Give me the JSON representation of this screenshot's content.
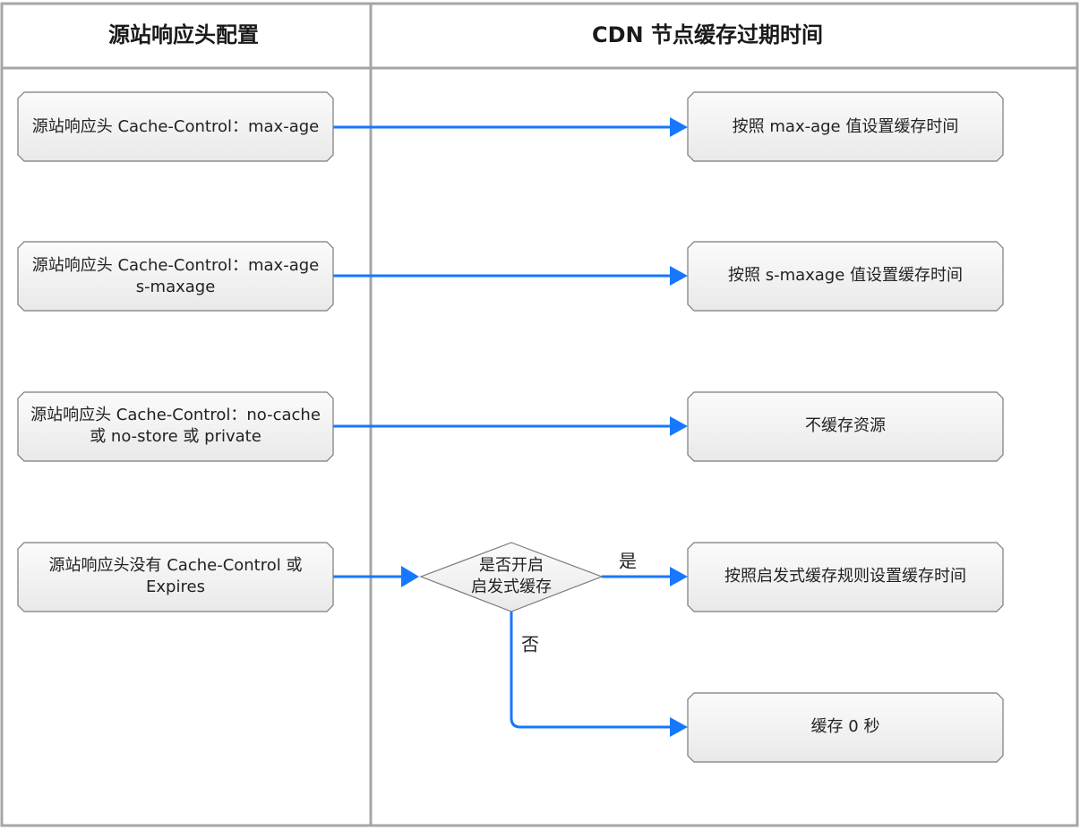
{
  "lanes": {
    "left_title": "源站响应头配置",
    "right_title": "CDN 节点缓存过期时间"
  },
  "sources": [
    {
      "lines": [
        "源站响应头 Cache-Control：max-age"
      ]
    },
    {
      "lines": [
        "源站响应头 Cache-Control：max-age",
        "s-maxage"
      ]
    },
    {
      "lines": [
        "源站响应头 Cache-Control：no-cache",
        "或 no-store 或 private"
      ]
    },
    {
      "lines": [
        "源站响应头没有 Cache-Control 或",
        "Expires"
      ]
    }
  ],
  "decision": {
    "lines": [
      "是否开启",
      "启发式缓存"
    ]
  },
  "results": [
    {
      "lines": [
        "按照 max-age 值设置缓存时间"
      ]
    },
    {
      "lines": [
        "按照 s-maxage 值设置缓存时间"
      ]
    },
    {
      "lines": [
        "不缓存资源"
      ]
    },
    {
      "lines": [
        "按照启发式缓存规则设置缓存时间"
      ]
    },
    {
      "lines": [
        "缓存 0 秒"
      ]
    }
  ],
  "edge_labels": {
    "yes": "是",
    "no": "否"
  },
  "colors": {
    "edge": "#1677ff",
    "box_fill_top": "#fbfbfb",
    "box_fill_bottom": "#e9e9e9",
    "border": "#7a7a7a"
  }
}
